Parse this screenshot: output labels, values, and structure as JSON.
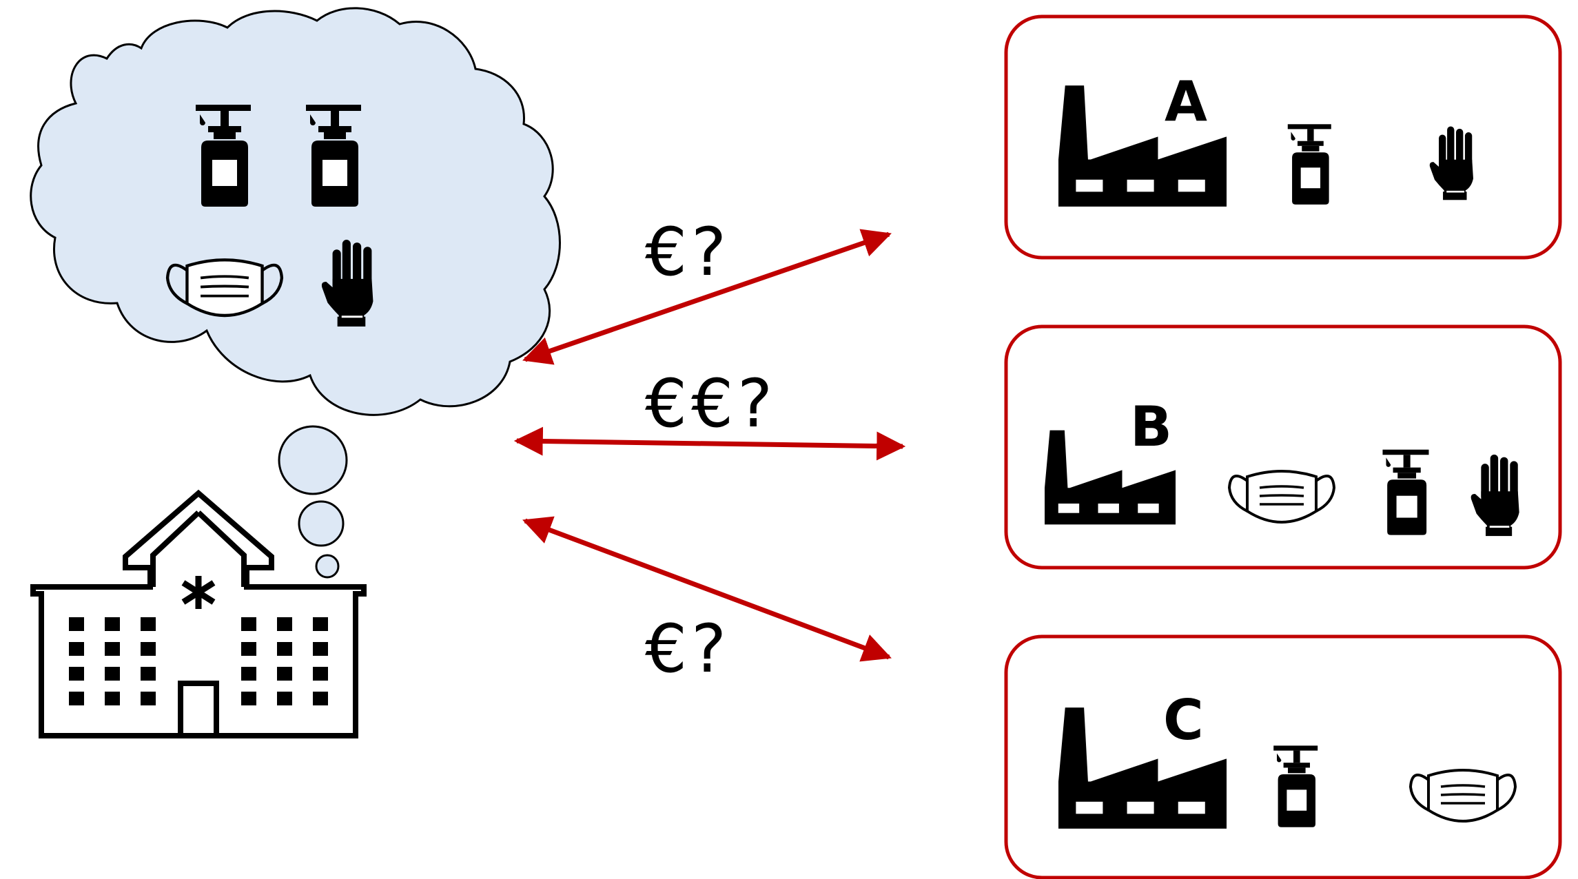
{
  "diagram": {
    "hospital": {
      "icon": "hospital-icon",
      "needs": [
        "sanitizer-icon",
        "sanitizer-icon",
        "face-mask-icon",
        "glove-icon"
      ],
      "thought_bubble_color": "#dde8f5"
    },
    "suppliers": [
      {
        "label": "A",
        "products": [
          "sanitizer-icon",
          "glove-icon"
        ]
      },
      {
        "label": "B",
        "products": [
          "face-mask-icon",
          "sanitizer-icon",
          "glove-icon"
        ]
      },
      {
        "label": "C",
        "products": [
          "sanitizer-icon",
          "face-mask-icon"
        ]
      }
    ],
    "price_queries": [
      "€?",
      "€€?",
      "€?"
    ],
    "colors": {
      "arrow": "#c00000",
      "supplier_border": "#c00000",
      "icon": "#000000"
    }
  }
}
